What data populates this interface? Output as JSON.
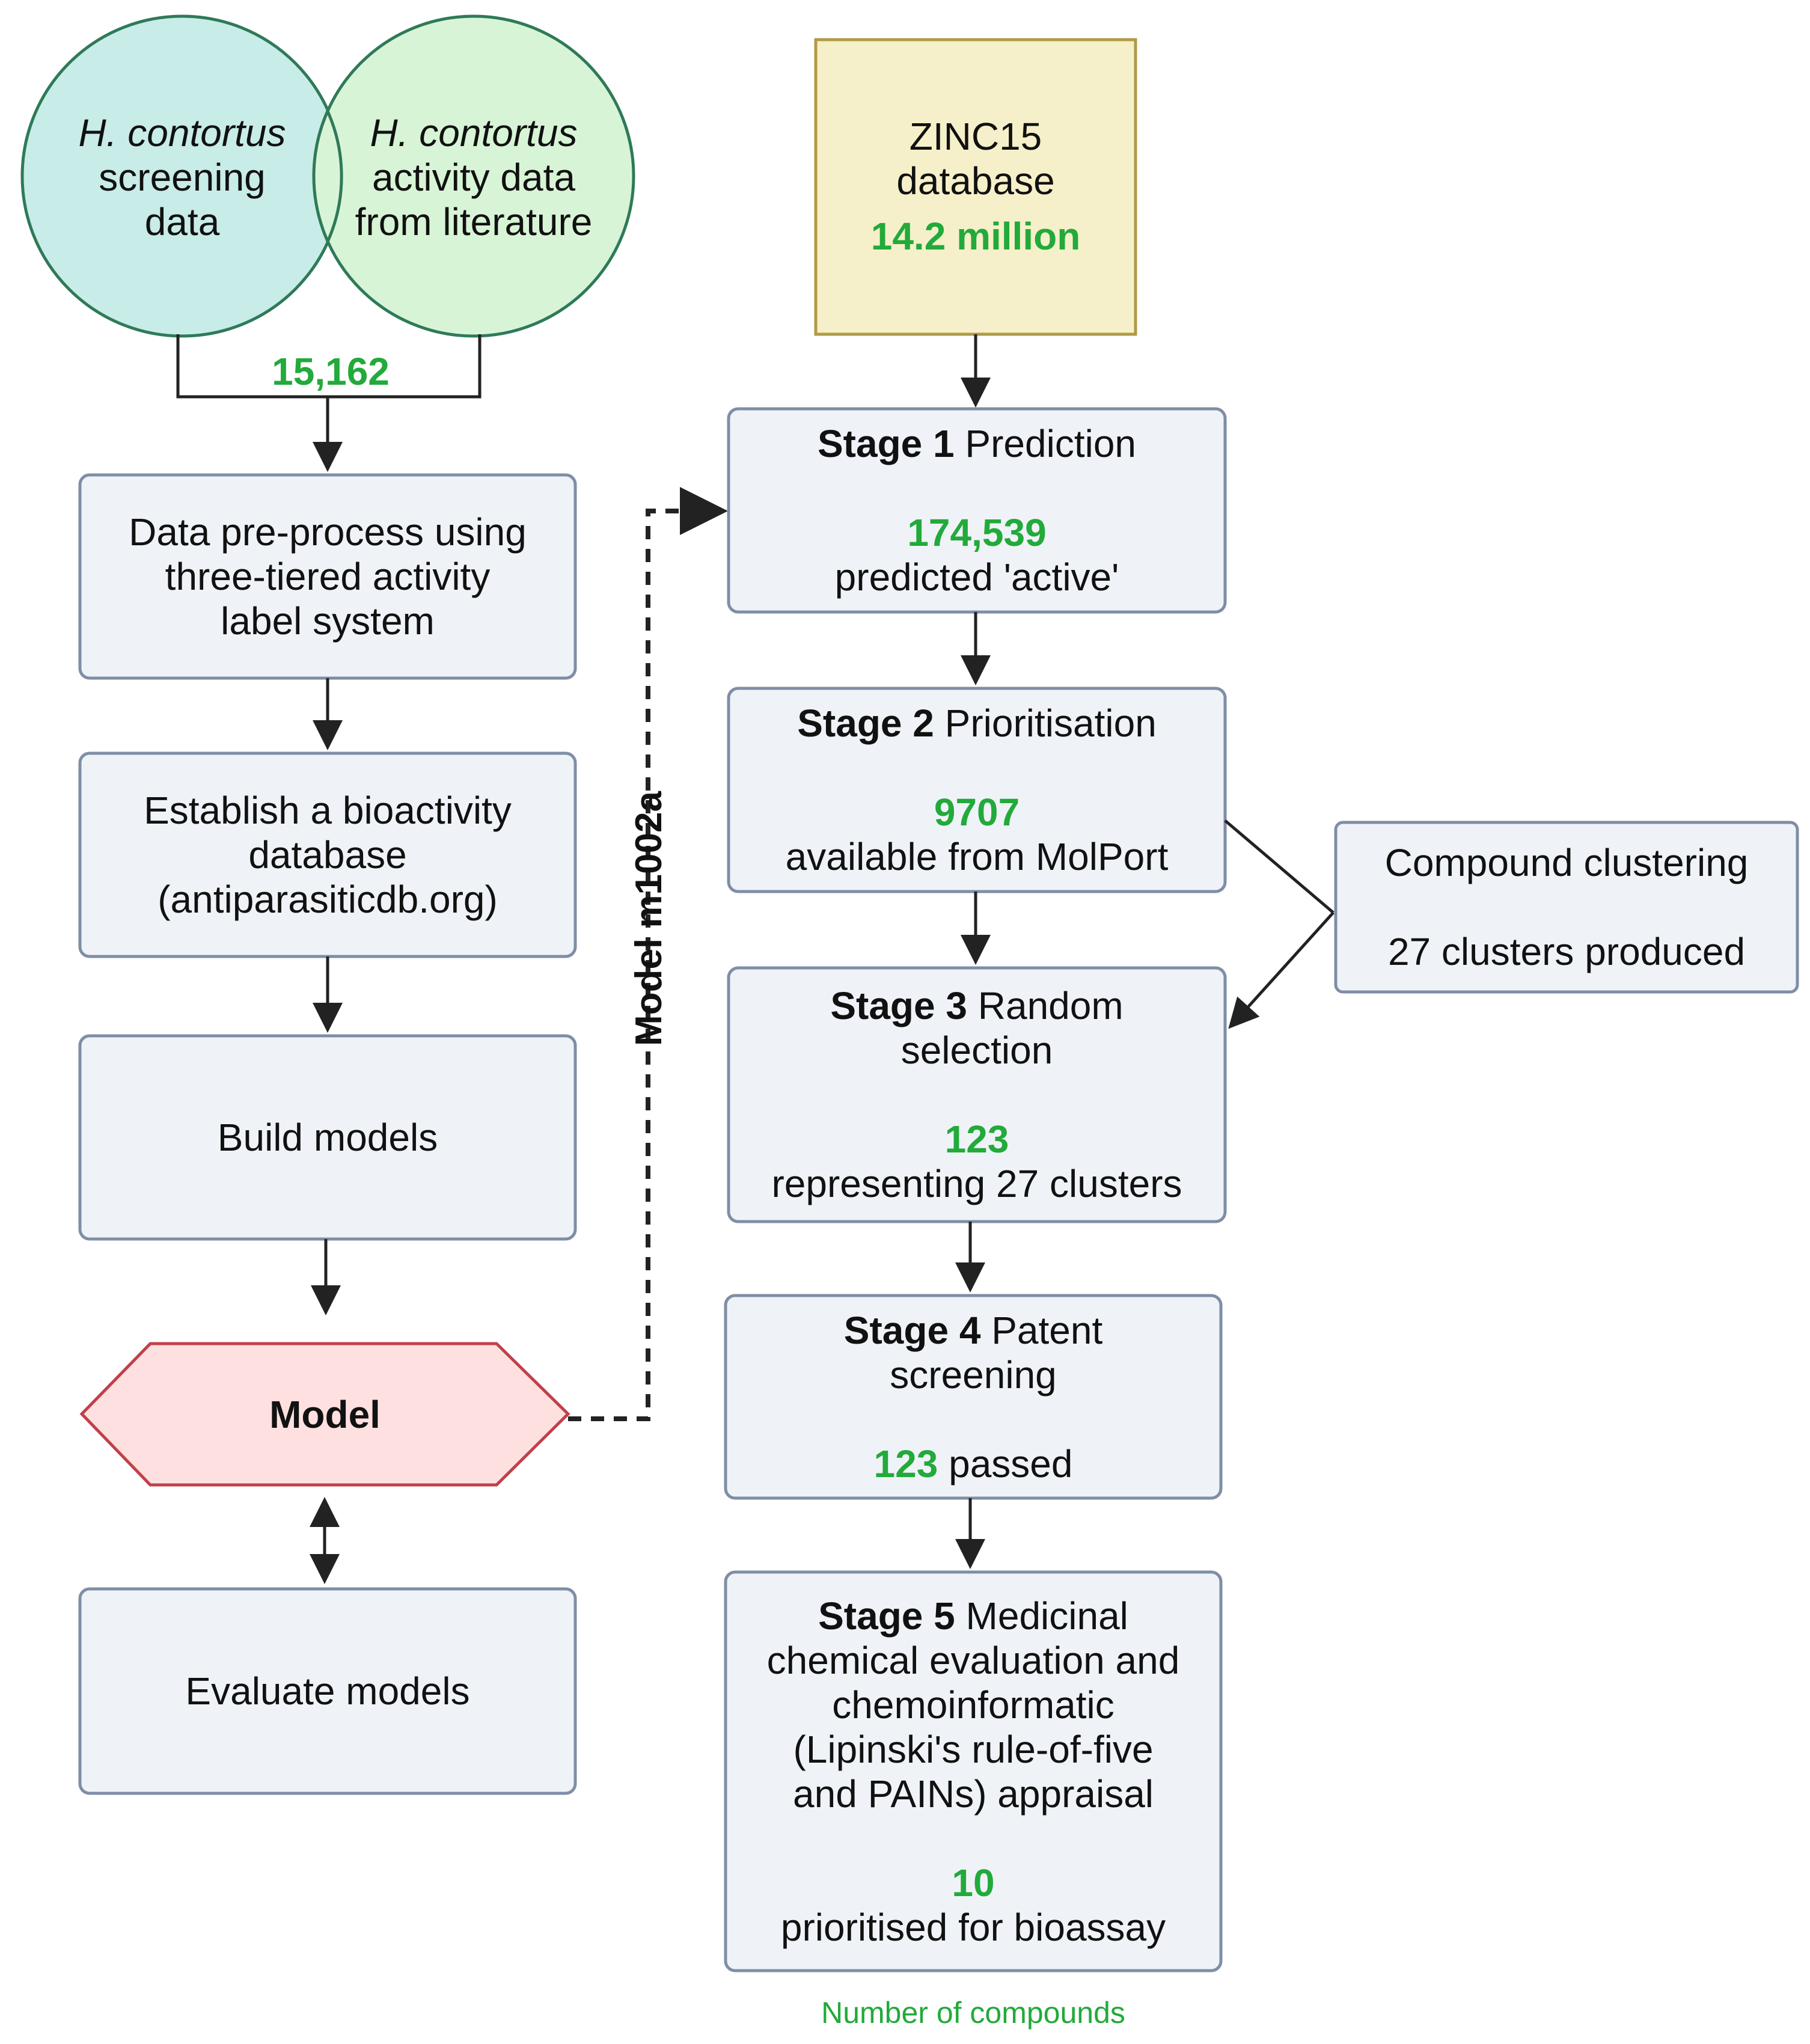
{
  "sources": {
    "screening": {
      "species": "H. contortus",
      "line2": "screening",
      "line3": "data"
    },
    "literature": {
      "species": "H. contortus",
      "line2": "activity data",
      "line3": "from literature"
    },
    "merged_count": "15,162"
  },
  "zinc": {
    "line1": "ZINC15",
    "line2": "database",
    "count": "14.2 million"
  },
  "left_flow": {
    "preprocess": [
      "Data pre-process using",
      "three-tiered activity",
      "label system"
    ],
    "database": [
      "Establish a bioactivity",
      "database",
      "(antiparasiticdb.org)"
    ],
    "build": "Build models",
    "model": "Model",
    "evaluate": "Evaluate models"
  },
  "model_link": "Model m1002a",
  "stages": {
    "s1": {
      "stage": "Stage 1",
      "title": "Prediction",
      "count": "174,539",
      "desc": "predicted 'active'"
    },
    "s2": {
      "stage": "Stage 2",
      "title": "Prioritisation",
      "count": "9707",
      "desc": "available from MolPort"
    },
    "s3": {
      "stage": "Stage 3",
      "title": "Random",
      "title2": "selection",
      "count": "123",
      "desc": "representing 27 clusters"
    },
    "s4": {
      "stage": "Stage 4",
      "title": "Patent",
      "title2": "screening",
      "count": "123",
      "desc": "passed"
    },
    "s5": {
      "stage": "Stage 5",
      "title": "Medicinal",
      "lines": [
        "chemical evaluation and",
        "chemoinformatic",
        "(Lipinski's rule-of-five",
        "and PAINs) appraisal"
      ],
      "count": "10",
      "desc": "prioritised for bioassay"
    }
  },
  "clustering": {
    "title": "Compound clustering",
    "result": "27 clusters produced"
  },
  "legend": "Number of compounds",
  "colors": {
    "box_fill": "#eff3f8",
    "box_stroke": "#7f8ea6",
    "circle1_fill": "#c8ece8",
    "circle2_fill": "#d8f4d6",
    "circle_stroke": "#2f7a58",
    "zinc_fill": "#f5f0c9",
    "zinc_stroke": "#b09a45",
    "model_fill": "#fde0df",
    "model_stroke": "#c0404a",
    "count_green": "#22aa3a"
  }
}
